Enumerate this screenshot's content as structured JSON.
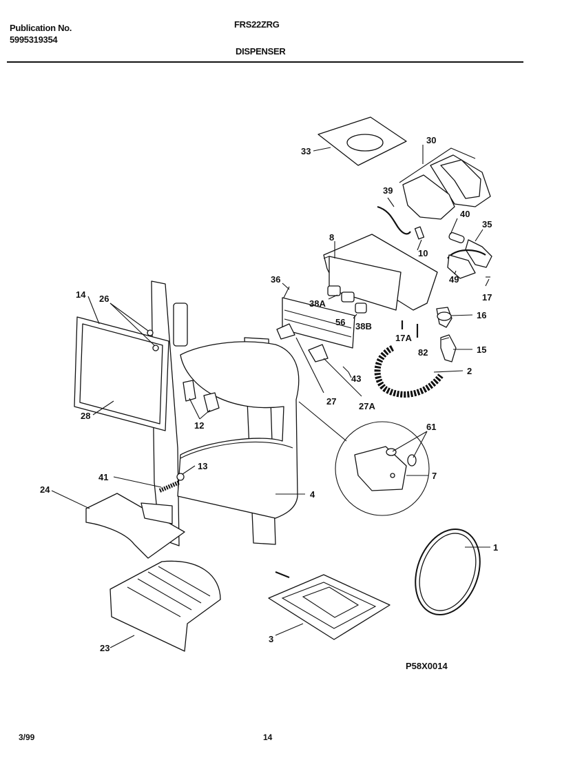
{
  "header": {
    "publication_label": "Publication No.",
    "publication_number": "5995319354",
    "model": "FRS22ZRG",
    "section": "DISPENSER"
  },
  "diagram": {
    "labels": {
      "l33": "33",
      "l30": "30",
      "l39": "39",
      "l40": "40",
      "l35": "35",
      "l10": "10",
      "l8": "8",
      "l36": "36",
      "l49": "49",
      "l17": "17",
      "l38a": "38A",
      "l56": "56",
      "l38b": "38B",
      "l16": "16",
      "l17a": "17A",
      "l82": "82",
      "l15": "15",
      "l14": "14",
      "l26": "26",
      "l2": "2",
      "l43": "43",
      "l27": "27",
      "l27a": "27A",
      "l28": "28",
      "l12": "12",
      "l61": "61",
      "l7": "7",
      "l41": "41",
      "l13": "13",
      "l24": "24",
      "l4": "4",
      "l1": "1",
      "l23": "23",
      "l3": "3"
    },
    "code": "P58X0014"
  },
  "footer": {
    "date": "3/99",
    "page": "14"
  }
}
